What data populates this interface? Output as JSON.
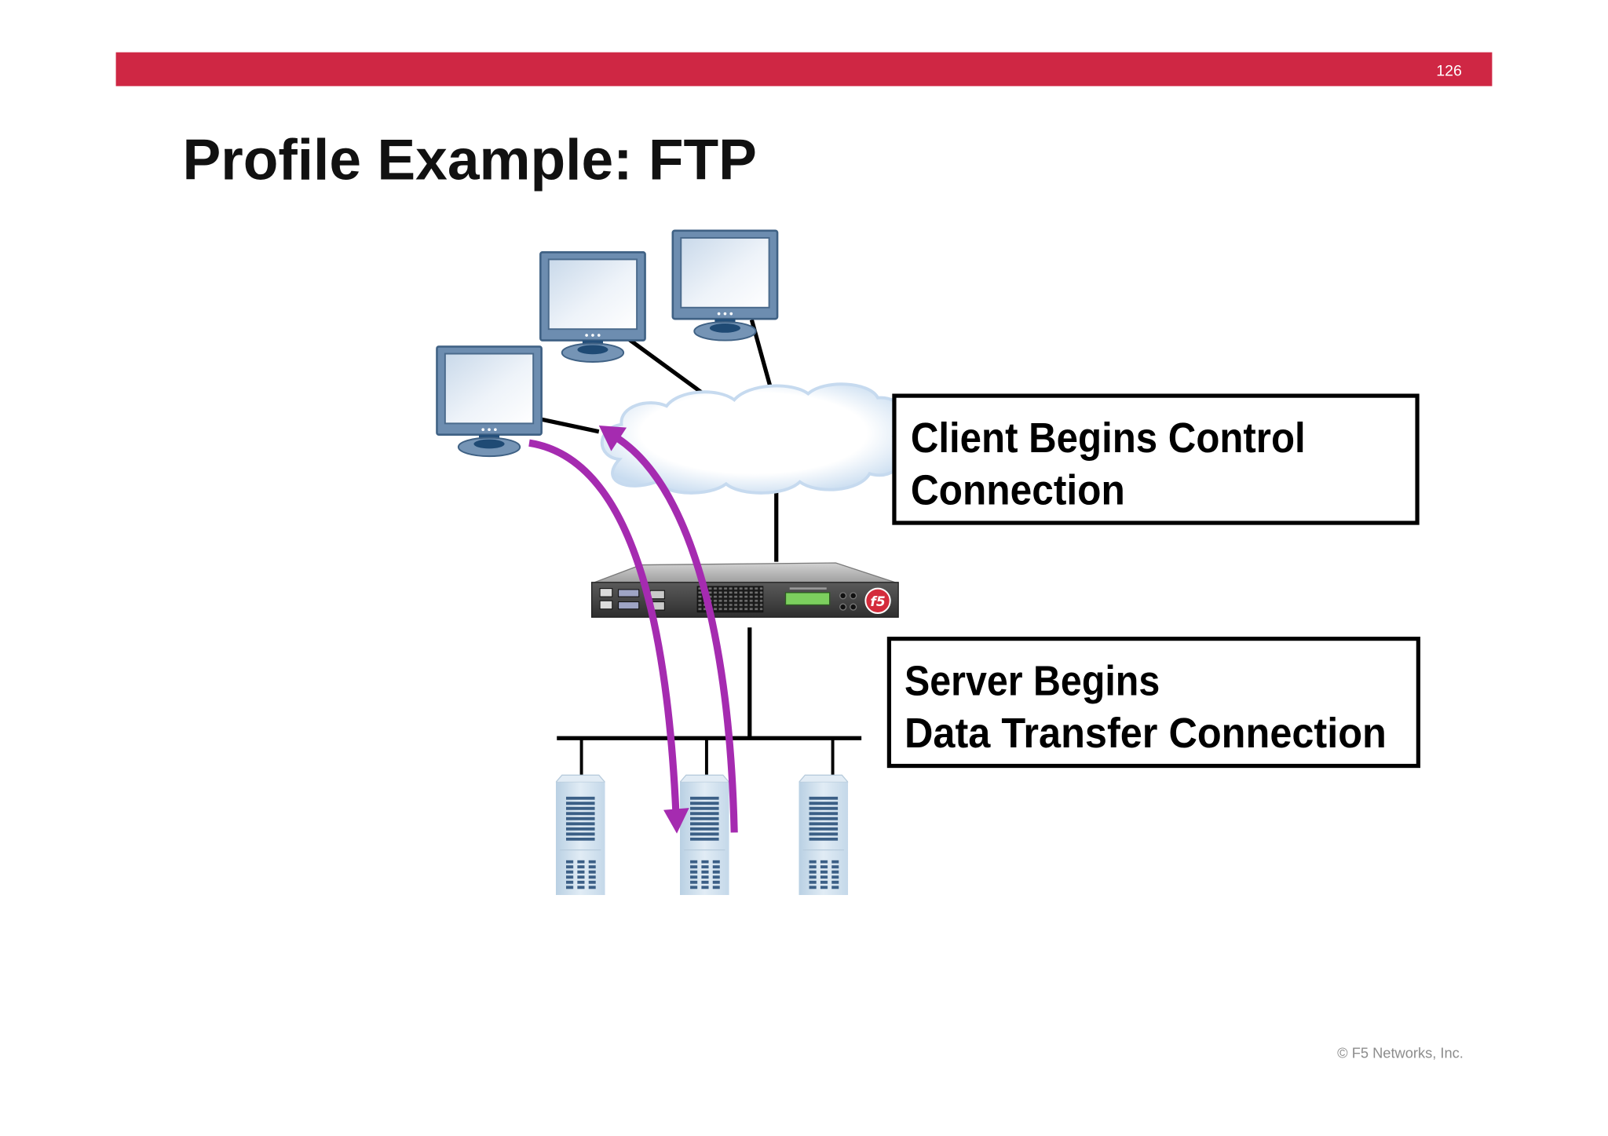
{
  "slide": {
    "page_number": "126",
    "title": "Profile Example: FTP",
    "footer": "© F5 Networks, Inc."
  },
  "colors": {
    "header_bar": "#cf2744",
    "flow_arrow": "#a52bb0",
    "callout_border": "#000000"
  },
  "diagram": {
    "clients": [
      {
        "icon": "monitor-icon"
      },
      {
        "icon": "monitor-icon"
      },
      {
        "icon": "monitor-icon"
      }
    ],
    "network": {
      "icon": "cloud-icon"
    },
    "appliance": {
      "icon": "load-balancer-appliance-icon",
      "logo": "f5"
    },
    "servers": [
      {
        "icon": "server-icon"
      },
      {
        "icon": "server-icon"
      },
      {
        "icon": "server-icon"
      }
    ],
    "arrows": [
      {
        "icon": "curved-arrow-down-icon"
      },
      {
        "icon": "curved-arrow-up-icon"
      }
    ]
  },
  "callouts": [
    {
      "lines": [
        "Client Begins Control",
        "Connection"
      ]
    },
    {
      "lines": [
        "Server Begins",
        "Data Transfer Connection"
      ]
    }
  ]
}
